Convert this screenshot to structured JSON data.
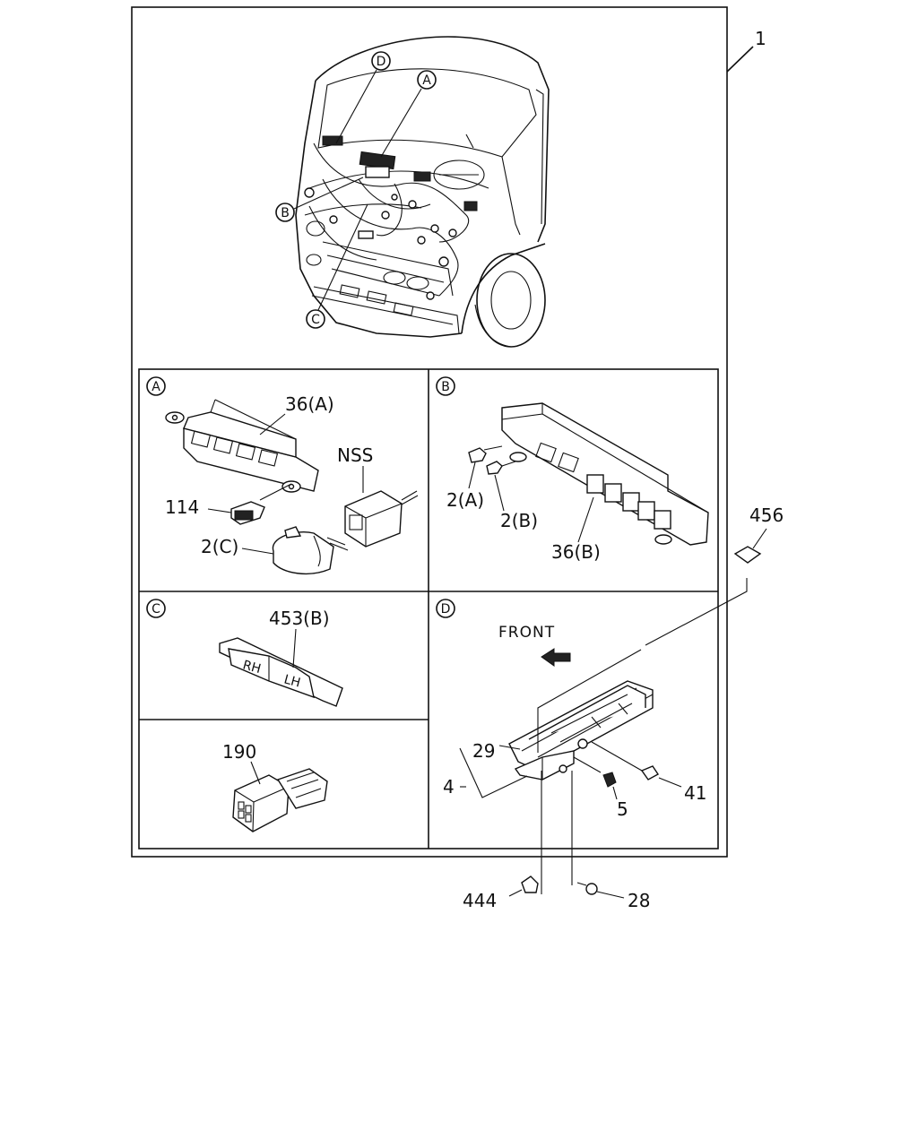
{
  "labels": {
    "main_assembly": "1",
    "cab_callout_a": "A",
    "cab_callout_b": "B",
    "cab_callout_c": "C",
    "cab_callout_d": "D"
  },
  "panels": {
    "a": {
      "tag": "A",
      "parts": {
        "relay_box_a": "36(A)",
        "nss": "NSS",
        "part_114": "114",
        "part_2c": "2(C)"
      }
    },
    "b": {
      "tag": "B",
      "parts": {
        "part_2a": "2(A)",
        "part_2b": "2(B)",
        "relay_box_b": "36(B)"
      }
    },
    "c": {
      "tag": "C",
      "parts": {
        "part_453b": "453(B)",
        "marker_rh": "RH",
        "marker_lh": "LH"
      }
    },
    "e": {
      "parts": {
        "part_190": "190"
      }
    },
    "d": {
      "tag": "D",
      "front_text": "FRONT",
      "parts": {
        "part_29": "29",
        "part_4": "4",
        "part_5": "5",
        "part_41": "41"
      }
    }
  },
  "outside_parts": {
    "part_456": "456",
    "part_444": "444",
    "part_28": "28"
  }
}
